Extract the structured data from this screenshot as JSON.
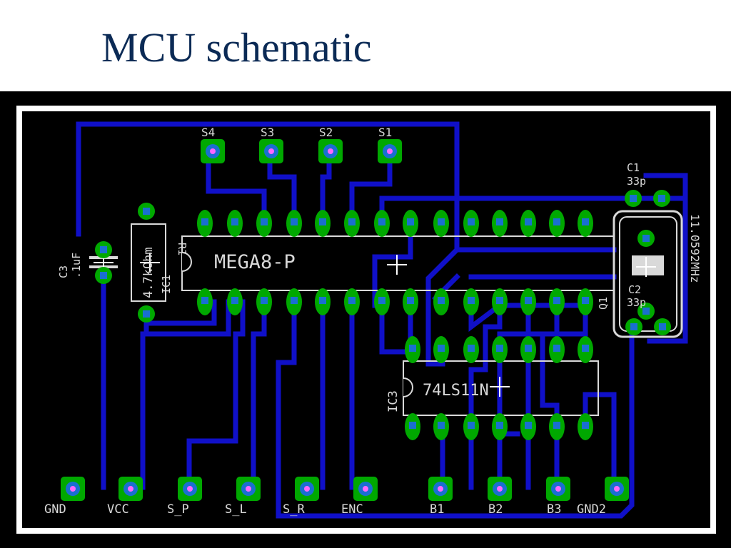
{
  "title": "MCU schematic",
  "colors": {
    "title": "#0b2a55",
    "board_background": "#000000",
    "board_outline": "#ffffff",
    "trace": "#1010c8",
    "pad": "#00a800",
    "via": "#1a6fd0",
    "silkscreen": "#d9d9d9"
  },
  "components": {
    "mcu_label": "MEGA8-P",
    "logic_label": "74LS11N",
    "logic_ref": "IC3",
    "resistor_ref": "R1",
    "resistor_value": "4.7kOhm",
    "resistor_ic_ref": "IC1",
    "cap_c3_ref": "C3",
    "cap_c3_value": ".1uF",
    "cap_c1_ref": "C1",
    "cap_c1_value": "33p",
    "cap_c2_ref": "C2",
    "cap_c2_value": "33p",
    "crystal_ref": "Q1",
    "crystal_value": "11.0592MHz"
  },
  "switch_labels": [
    "S4",
    "S3",
    "S2",
    "S1"
  ],
  "connector_labels": [
    "GND",
    "VCC",
    "S_P",
    "S_L",
    "S_R",
    "ENC",
    "B1",
    "B2",
    "B3",
    "GND2"
  ]
}
